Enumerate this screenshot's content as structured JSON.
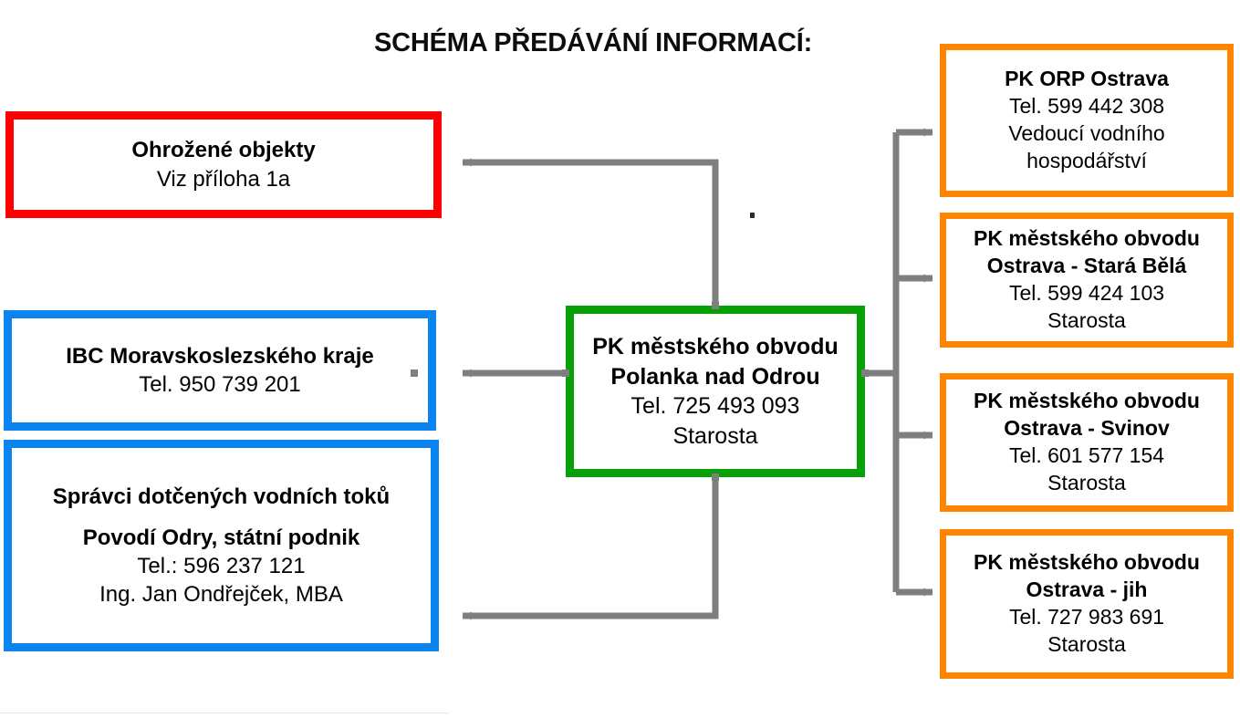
{
  "title": "SCHÉMA PŘEDÁVÁNÍ INFORMACÍ:",
  "colors": {
    "red": "#ff0000",
    "blue": "#0a84ef",
    "green": "#07a007",
    "orange": "#ff8400",
    "connector": "#7f7f7f",
    "text": "#000000",
    "background": "#ffffff"
  },
  "central": {
    "name": "PK městského obvodu Polanka nad Odrou",
    "line1": "PK městského obvodu",
    "line2": "Polanka nad Odrou",
    "line3": "Tel. 725 493 093",
    "line4": "Starosta",
    "border_color": "#07a007"
  },
  "left_targets": [
    {
      "id": "threatened",
      "line1": "Ohrožené objekty",
      "line2": "Viz příloha 1a",
      "border_color": "#ff0000"
    },
    {
      "id": "ibc",
      "line1": "IBC Moravskoslezského kraje",
      "line2": "Tel. 950 739 201",
      "border_color": "#0a84ef"
    },
    {
      "id": "streams",
      "line1": "Správci dotčených vodních toků",
      "line2": "Povodí Odry, státní podnik",
      "line3": "Tel.: 596 237 121",
      "line4": "Ing. Jan Ondřejček, MBA",
      "border_color": "#0a84ef"
    }
  ],
  "right_targets": [
    {
      "id": "orp",
      "line1": "PK ORP Ostrava",
      "line2": "Tel. 599 442 308",
      "line3": "Vedoucí vodního",
      "line4": "hospodářství",
      "border_color": "#ff8400"
    },
    {
      "id": "starabela",
      "line1": "PK městského obvodu",
      "line2": "Ostrava - Stará Bělá",
      "line3": "Tel. 599 424 103",
      "line4": "Starosta",
      "border_color": "#ff8400"
    },
    {
      "id": "svinov",
      "line1": "PK městského obvodu",
      "line2": "Ostrava - Svinov",
      "line3": "Tel. 601 577 154",
      "line4": "Starosta",
      "border_color": "#ff8400"
    },
    {
      "id": "jih",
      "line1": "PK městského obvodu",
      "line2": "Ostrava - jih",
      "line3": "Tel. 727 983 691",
      "line4": "Starosta",
      "border_color": "#ff8400"
    }
  ],
  "chart_data": {
    "type": "diagram",
    "title": "SCHÉMA PŘEDÁVÁNÍ INFORMACÍ:",
    "layout": "hub-and-spoke",
    "hub": "PK městského obvodu Polanka nad Odrou",
    "edges": [
      {
        "from": "PK městského obvodu Polanka nad Odrou",
        "to": "Ohrožené objekty",
        "direction": "left"
      },
      {
        "from": "PK městského obvodu Polanka nad Odrou",
        "to": "IBC Moravskoslezského kraje",
        "direction": "left"
      },
      {
        "from": "PK městského obvodu Polanka nad Odrou",
        "to": "Správci dotčených vodních toků",
        "direction": "left"
      },
      {
        "from": "PK městského obvodu Polanka nad Odrou",
        "to": "PK ORP Ostrava",
        "direction": "right"
      },
      {
        "from": "PK městského obvodu Polanka nad Odrou",
        "to": "PK městského obvodu Ostrava - Stará Bělá",
        "direction": "right"
      },
      {
        "from": "PK městského obvodu Polanka nad Odrou",
        "to": "PK městského obvodu Ostrava - Svinov",
        "direction": "right"
      },
      {
        "from": "PK městského obvodu Polanka nad Odrou",
        "to": "PK městského obvodu Ostrava - jih",
        "direction": "right"
      }
    ]
  }
}
